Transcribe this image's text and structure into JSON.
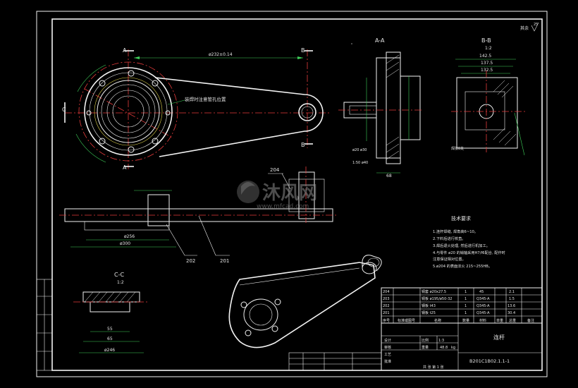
{
  "views": {
    "aa_title": "A-A",
    "bb_title": "B-B",
    "bb_scale": "1:2",
    "cc_title": "C-C",
    "cc_scale": "1:2",
    "section_letters": {
      "a": "A",
      "b": "B",
      "c": "C"
    }
  },
  "annotations": {
    "main_note": "装焊时注意管孔位置",
    "part_201": "201",
    "part_202": "202",
    "part_204": "204",
    "dim_center": "ø232±0.14",
    "dim_aa_bottom": "68",
    "dim_bb_top": "142.5",
    "dim_bb_second": "137.5",
    "dim_bb_third": "132.5",
    "dim_side_left": "ø256",
    "dim_side_bottom": "ø300",
    "dim_cc_1": "55",
    "dim_cc_2": "65",
    "dim_cc_3": "ø246",
    "roughness_corner": "其余",
    "roughness_val": "25"
  },
  "tech_requirements": {
    "title": "技术要求",
    "items": [
      "1.连杆焊缝, 焊角高6~10。",
      "2.下料后进行校直。",
      "3.焊后退火处理, 然后进行机加工。",
      "4.与零件 ø20 的销轴采用H7/f6配合, 配作时",
      "  注意保证相对位置。",
      "5.ø204 的表面淬火 215~255HB。"
    ]
  },
  "bom": {
    "rows": [
      {
        "no": "204",
        "name": "铜套 ø20x27.5",
        "qty": "1",
        "mat": "45",
        "weight": "2.1"
      },
      {
        "no": "203",
        "name": "铜板 ø195/ø50-32",
        "qty": "1",
        "mat": "Q345-A",
        "weight": "1.5"
      },
      {
        "no": "202",
        "name": "钢板 t43",
        "qty": "1",
        "mat": "Q345-A",
        "weight": "13.6"
      },
      {
        "no": "201",
        "name": "钢板 t25",
        "qty": "1",
        "mat": "Q345-A",
        "weight": "30.4"
      }
    ],
    "header": [
      "序号",
      "标准或图号",
      "名称",
      "数量",
      "材料",
      "单重",
      "总重",
      "备注"
    ],
    "header_sub": [
      "重量",
      "kg"
    ]
  },
  "title_block": {
    "part_name": "连杆",
    "drawing_no": "B201C1B02.1.1-1",
    "scale_label": "比例",
    "scale_value": "1:3",
    "weight_label": "重量",
    "weight_value": "48.8",
    "weight_unit": "kg",
    "design": "设计",
    "check": "审核",
    "approve": "批准",
    "process": "工艺",
    "sheet_info": "共 张 第 1 张"
  },
  "watermark": {
    "text": "沐风网",
    "url": "www.mfcad.com"
  }
}
